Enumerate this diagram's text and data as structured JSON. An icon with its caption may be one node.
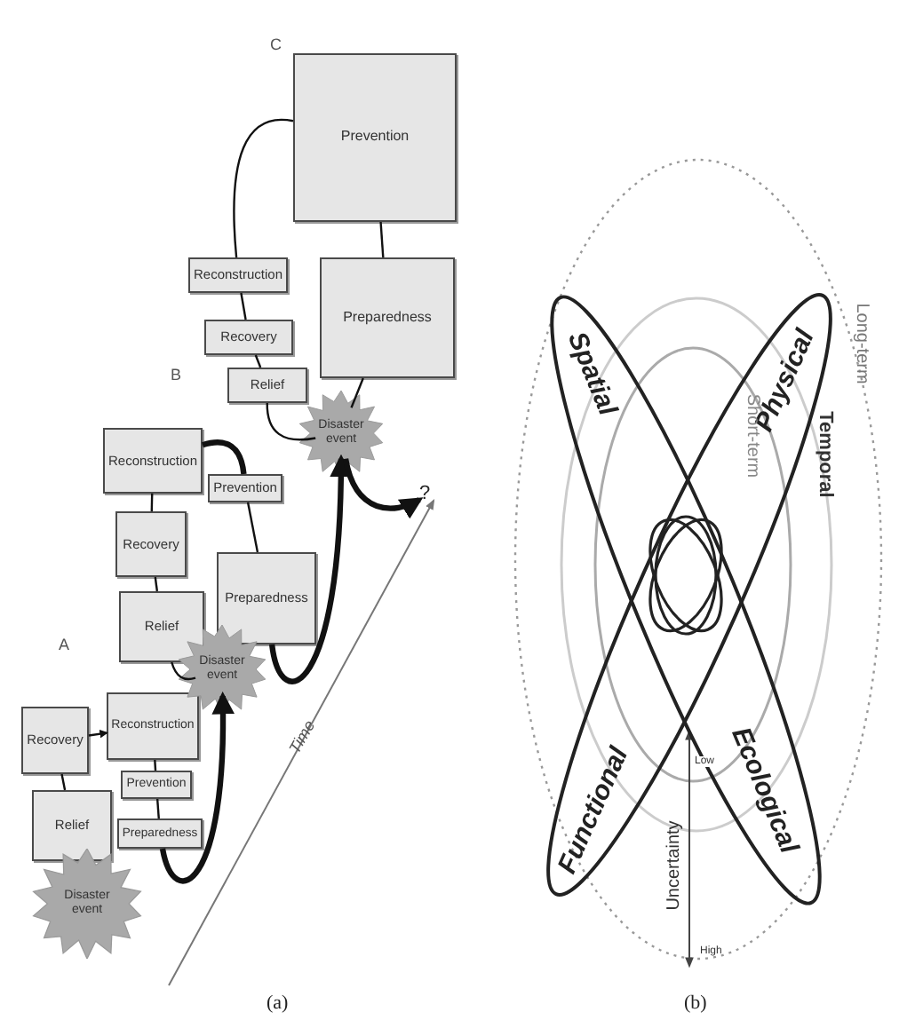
{
  "diagram": {
    "nodes": [
      {
        "text": [
          "Prevention"
        ]
      },
      {
        "text": [
          "Reconstruction"
        ]
      },
      {
        "text": [
          "Preparedness"
        ]
      },
      {
        "text": [
          "Recovery"
        ]
      },
      {
        "text": [
          "Relief"
        ]
      },
      {
        "text": [
          "Disaster event"
        ]
      },
      {
        "text": [
          "Reconstruction"
        ]
      },
      {
        "text": [
          "Prevention"
        ]
      },
      {
        "text": [
          "Recovery"
        ]
      },
      {
        "text": [
          "Preparedness"
        ]
      },
      {
        "text": [
          "Relief"
        ]
      },
      {
        "text": [
          "Disaster event"
        ]
      },
      {
        "text": [
          "Recovery"
        ]
      },
      {
        "text": [
          "Reconstruction"
        ]
      },
      {
        "text": [
          "Prevention"
        ]
      },
      {
        "text": [
          "Relief"
        ]
      },
      {
        "text": [
          "Preparedness"
        ]
      },
      {
        "text": [
          "Disaster event"
        ]
      },
      {
        "text": [
          "?"
        ]
      },
      {
        "text": [
          "Spatial",
          "Ecological"
        ]
      },
      {
        "text": [
          "Physical",
          "Functional"
        ]
      }
    ],
    "edges": [
      {
        "from": 15,
        "to": 12,
        "arrow": "none"
      },
      {
        "from": 12,
        "to": 13,
        "arrow": "to"
      },
      {
        "from": 13,
        "to": 14,
        "arrow": "none"
      },
      {
        "from": 14,
        "to": 16,
        "arrow": "none"
      },
      {
        "from": 16,
        "to": 11,
        "arrow": "to",
        "style": "thick"
      },
      {
        "from": 10,
        "to": 11,
        "arrow": "none"
      },
      {
        "from": 10,
        "to": 8,
        "arrow": "none"
      },
      {
        "from": 8,
        "to": 6,
        "arrow": "none"
      },
      {
        "from": 6,
        "to": 7,
        "arrow": "none",
        "style": "thick"
      },
      {
        "from": 7,
        "to": 9,
        "arrow": "none"
      },
      {
        "from": 9,
        "to": 5,
        "arrow": "to",
        "style": "thick"
      },
      {
        "from": 4,
        "to": 5,
        "arrow": "none"
      },
      {
        "from": 4,
        "to": 3,
        "arrow": "none"
      },
      {
        "from": 3,
        "to": 1,
        "arrow": "none"
      },
      {
        "from": 1,
        "to": 0,
        "arrow": "none"
      },
      {
        "from": 0,
        "to": 2,
        "arrow": "none"
      },
      {
        "from": 2,
        "to": 5,
        "arrow": "none"
      },
      {
        "from": 5,
        "to": 18,
        "arrow": "to",
        "style": "thick"
      }
    ],
    "labels": [
      "C",
      "B",
      "A",
      "Time",
      "(a)",
      "Long-term",
      "Temporal",
      "Short-term",
      "Low",
      "Uncertainty",
      "High",
      "(b)"
    ]
  }
}
